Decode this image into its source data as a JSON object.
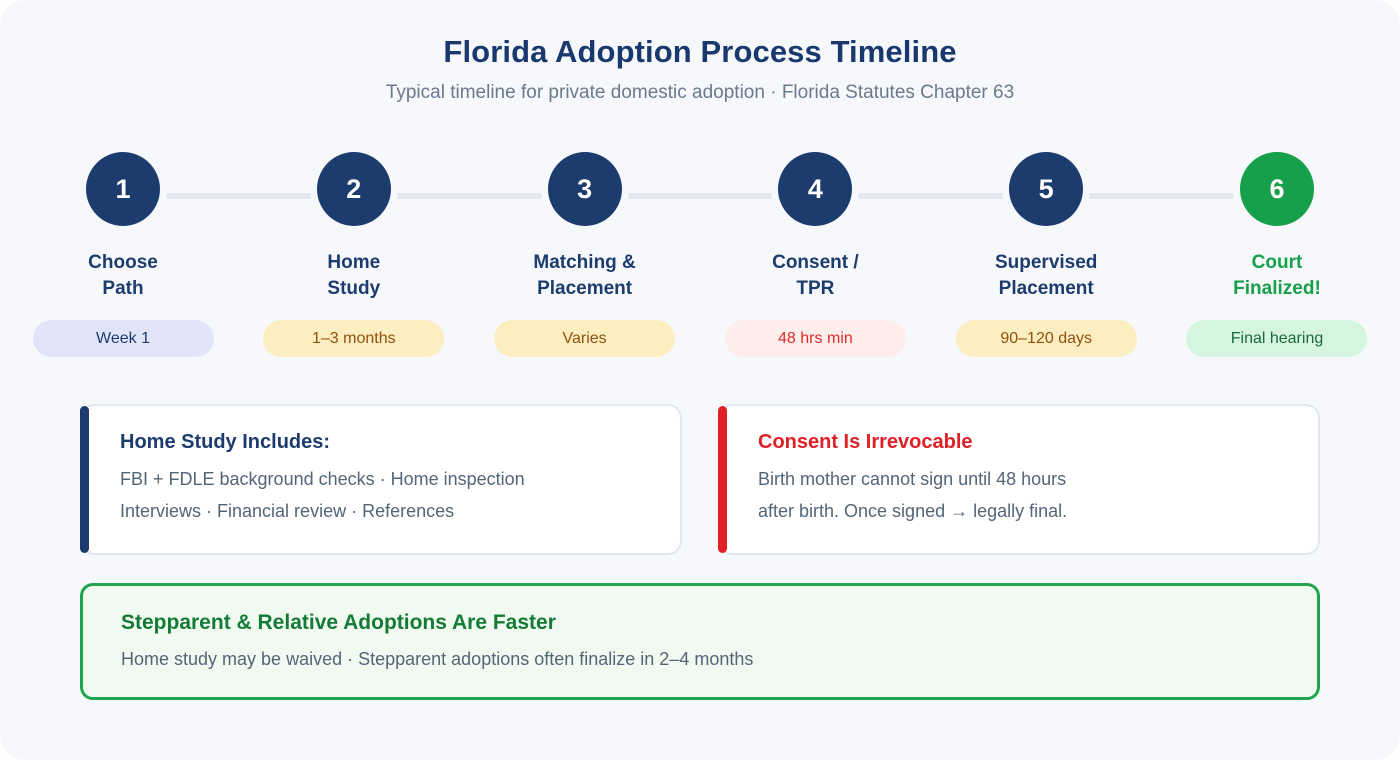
{
  "header": {
    "title": "Florida Adoption Process Timeline",
    "subtitle": "Typical timeline for private domestic adoption · Florida Statutes Chapter 63"
  },
  "colors": {
    "navy": "#1d3c6e",
    "green": "#16a04a",
    "red": "#e01f26",
    "page_background": "#f7f8fc",
    "connector": "#e3e8f0"
  },
  "timeline": {
    "steps": [
      {
        "number": "1",
        "label": "Choose\nPath",
        "duration": "Week 1",
        "circle_style": "navy",
        "pill_style": "lavender",
        "label_style": "navy-text"
      },
      {
        "number": "2",
        "label": "Home\nStudy",
        "duration": "1–3 months",
        "circle_style": "navy",
        "pill_style": "amber",
        "label_style": "navy-text"
      },
      {
        "number": "3",
        "label": "Matching &\nPlacement",
        "duration": "Varies",
        "circle_style": "navy",
        "pill_style": "amber",
        "label_style": "navy-text"
      },
      {
        "number": "4",
        "label": "Consent /\nTPR",
        "duration": "48 hrs min",
        "circle_style": "navy",
        "pill_style": "rose",
        "label_style": "navy-text"
      },
      {
        "number": "5",
        "label": "Supervised\nPlacement",
        "duration": "90–120 days",
        "circle_style": "navy",
        "pill_style": "amber",
        "label_style": "navy-text"
      },
      {
        "number": "6",
        "label": "Court\nFinalized!",
        "duration": "Final hearing",
        "circle_style": "green",
        "pill_style": "mint",
        "label_style": "green-text"
      }
    ]
  },
  "cards": [
    {
      "title": "Home Study Includes:",
      "body": "FBI + FDLE background checks · Home inspection\nInterviews · Financial review · References",
      "accent": "navy"
    },
    {
      "title": "Consent Is Irrevocable",
      "body": "Birth mother cannot sign until 48 hours\nafter birth. Once signed → legally final.",
      "accent": "red"
    }
  ],
  "banner": {
    "title": "Stepparent & Relative Adoptions Are Faster",
    "body": "Home study may be waived · Stepparent adoptions often finalize in 2–4 months"
  }
}
